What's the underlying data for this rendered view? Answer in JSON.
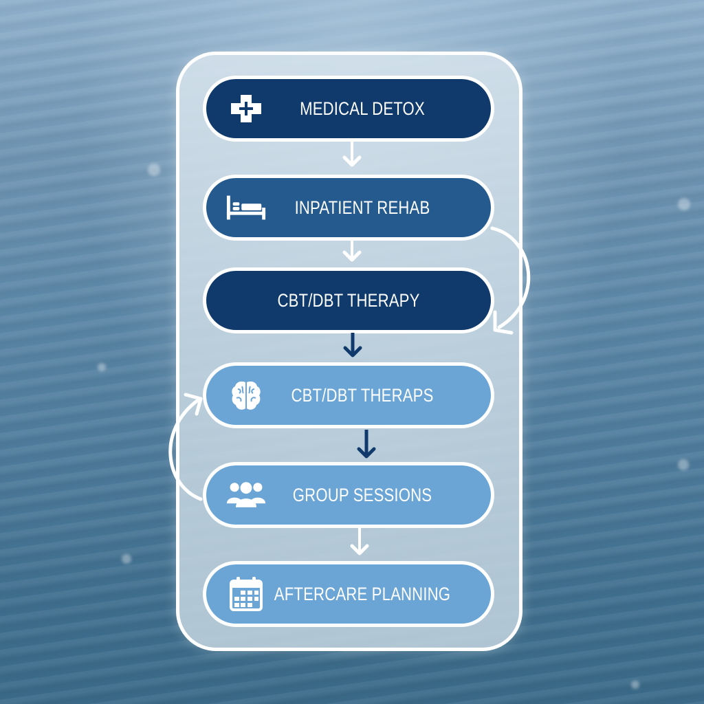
{
  "diagram": {
    "type": "vertical-flowchart",
    "background": "blurred-ocean-water",
    "colors": {
      "dark_step": "#0f3a6b",
      "mid_step": "#255a8f",
      "light_step": "#6aa5d5",
      "outline": "#ffffff",
      "dark_arrow": "#0f3a6b"
    },
    "steps": [
      {
        "label": "MEDICAL DETOX",
        "icon": "medical-cross-icon",
        "style": "dark"
      },
      {
        "label": "INPATIENT REHAB",
        "icon": "bed-icon",
        "style": "mid"
      },
      {
        "label": "CBT/DBT THERAPY",
        "icon": "",
        "style": "dark"
      },
      {
        "label": "CBT/DBT THERAPS",
        "icon": "brain-icon",
        "style": "light"
      },
      {
        "label": "GROUP SESSIONS",
        "icon": "group-people-icon",
        "style": "light"
      },
      {
        "label": "AFTERCARE PLANNING",
        "icon": "calendar-icon",
        "style": "light"
      }
    ],
    "connectors": [
      {
        "from": 0,
        "to": 1,
        "type": "down-arrow",
        "color": "white"
      },
      {
        "from": 1,
        "to": 2,
        "type": "down-arrow",
        "color": "white"
      },
      {
        "from": 2,
        "to": 3,
        "type": "down-arrow",
        "color": "dark-blue"
      },
      {
        "from": 3,
        "to": 4,
        "type": "down-arrow",
        "color": "dark-blue"
      },
      {
        "from": 4,
        "to": 5,
        "type": "down-arrow",
        "color": "white"
      },
      {
        "from": 1,
        "to": 2,
        "type": "curved-arrow-right",
        "color": "white"
      },
      {
        "from": 4,
        "to": 3,
        "type": "curved-arrow-left",
        "color": "white"
      }
    ]
  }
}
